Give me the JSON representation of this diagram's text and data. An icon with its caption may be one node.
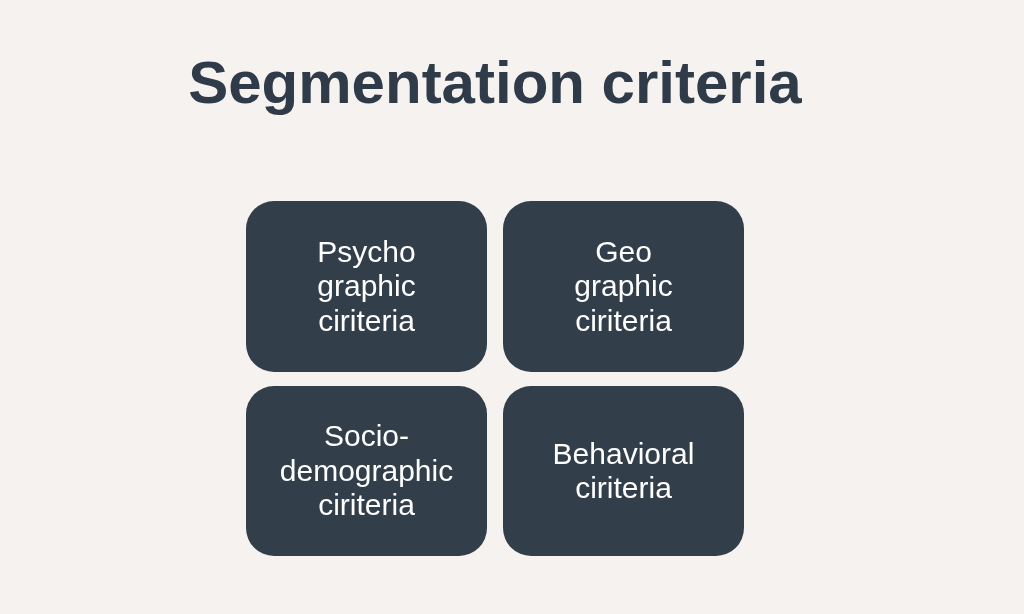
{
  "diagram": {
    "title": "Segmentation criteria",
    "nodes": [
      {
        "text": [
          "Psycho graphic ciriteria"
        ]
      },
      {
        "text": [
          "Geo graphic ciriteria"
        ]
      },
      {
        "text": [
          "Socio- demographic ciriteria"
        ]
      },
      {
        "text": [
          "Behavioral ciriteria"
        ]
      }
    ]
  }
}
